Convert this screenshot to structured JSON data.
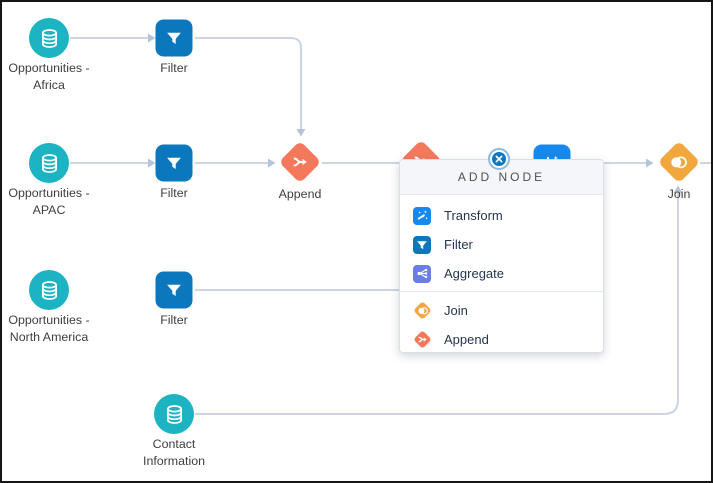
{
  "canvas": {
    "nodes": [
      {
        "id": "opp-africa",
        "type": "dataset",
        "label_lines": [
          "Opportunities -",
          "Africa"
        ]
      },
      {
        "id": "filter-africa",
        "type": "filter",
        "label_lines": [
          "Filter"
        ]
      },
      {
        "id": "opp-apac",
        "type": "dataset",
        "label_lines": [
          "Opportunities -",
          "APAC"
        ]
      },
      {
        "id": "filter-apac",
        "type": "filter",
        "label_lines": [
          "Filter"
        ]
      },
      {
        "id": "append-1",
        "type": "append",
        "label_lines": [
          "Append"
        ]
      },
      {
        "id": "opp-north-america",
        "type": "dataset",
        "label_lines": [
          "Opportunities -",
          "North America"
        ]
      },
      {
        "id": "filter-north-america",
        "type": "filter",
        "label_lines": [
          "Filter"
        ]
      },
      {
        "id": "contact-information",
        "type": "dataset",
        "label_lines": [
          "Contact",
          "Information"
        ]
      },
      {
        "id": "join-1",
        "type": "join",
        "label_lines": [
          "Join"
        ]
      },
      {
        "id": "append-2",
        "type": "append",
        "label_lines": []
      },
      {
        "id": "transform-1",
        "type": "transform",
        "label_lines": []
      }
    ]
  },
  "popup": {
    "title": "ADD NODE",
    "close_icon": "close-icon",
    "items": [
      {
        "label": "Transform",
        "icon": "transform-icon",
        "color": "#1589ee",
        "shape": "square"
      },
      {
        "label": "Filter",
        "icon": "filter-icon",
        "color": "#0b77bd",
        "shape": "square"
      },
      {
        "label": "Aggregate",
        "icon": "aggregate-icon",
        "color": "#6b7fe3",
        "shape": "square"
      },
      {
        "label": "Join",
        "icon": "join-icon",
        "color": "#f2a63e",
        "shape": "diamond"
      },
      {
        "label": "Append",
        "icon": "append-icon",
        "color": "#f4795c",
        "shape": "diamond"
      }
    ]
  },
  "colors": {
    "dataset_teal": "#1cb3c2",
    "filter_blue": "#0b77bd",
    "transform_blue": "#1589ee",
    "aggregate_indigo": "#6b7fe3",
    "join_yellow": "#f2a63e",
    "append_coral": "#f4795c",
    "connector_gray": "#ccd5e6",
    "label_text": "#3e3e3c"
  }
}
